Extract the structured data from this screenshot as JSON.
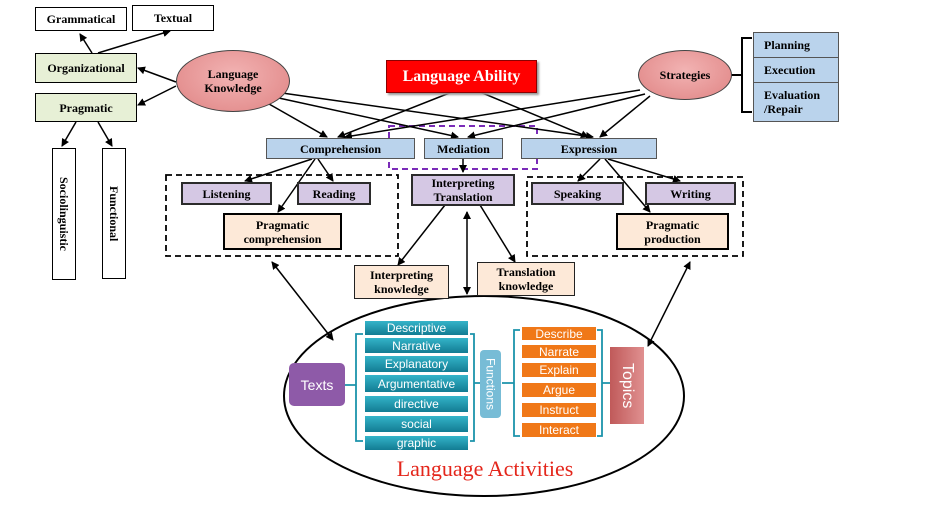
{
  "nodes": {
    "grammatical": "Grammatical",
    "textual": "Textual",
    "organizational": "Organizational",
    "pragmatic": "Pragmatic",
    "sociolinguistic": "Sociolinguistic",
    "functional": "Functional",
    "language_knowledge": "Language Knowledge",
    "language_ability": "Language Ability",
    "strategies": "Strategies",
    "planning": "Planning",
    "execution": "Execution",
    "evaluation_repair": "Evaluation /Repair",
    "comprehension": "Comprehension",
    "mediation": "Mediation",
    "expression": "Expression",
    "listening": "Listening",
    "reading": "Reading",
    "pragmatic_comprehension": "Pragmatic comprehension",
    "interpreting_translation": "Interpreting Translation",
    "speaking": "Speaking",
    "writing": "Writing",
    "pragmatic_production": "Pragmatic production",
    "interpreting_knowledge": "Interpreting knowledge",
    "translation_knowledge": "Translation knowledge"
  },
  "activities": {
    "title": "Language Activities",
    "texts_label": "Texts",
    "functions_label": "Functions",
    "topics_label": "Topics",
    "text_types": [
      "Descriptive",
      "Narrative",
      "Explanatory",
      "Argumentative",
      "directive",
      "social",
      "graphic"
    ],
    "function_types": [
      "Describe",
      "Narrate",
      "Explain",
      "Argue",
      "Instruct",
      "Interact"
    ]
  },
  "colors": {
    "language_ability": "#ff0000",
    "ellipse": "#e59292",
    "blue_box": "#bad3ec",
    "green_box": "#e7f0d6",
    "purple_box": "#d5c8e4",
    "peach_box": "#fde9d8",
    "teal": "#1b93ab",
    "orange": "#f07818",
    "texts": "#8e5aa8",
    "title_text": "#e4261b",
    "mediation_dash": "#7a2bb8"
  }
}
